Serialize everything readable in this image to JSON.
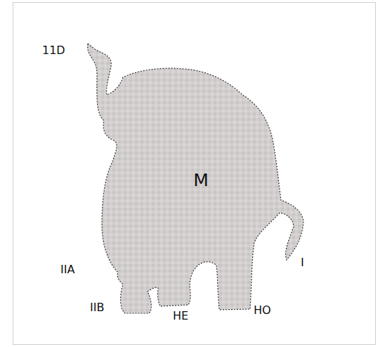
{
  "diagram": {
    "nodes": [
      {
        "text": [
          "M"
        ]
      }
    ],
    "labels": [
      "11D",
      "IIA",
      "IIB",
      "HE",
      "HO",
      "I"
    ]
  }
}
